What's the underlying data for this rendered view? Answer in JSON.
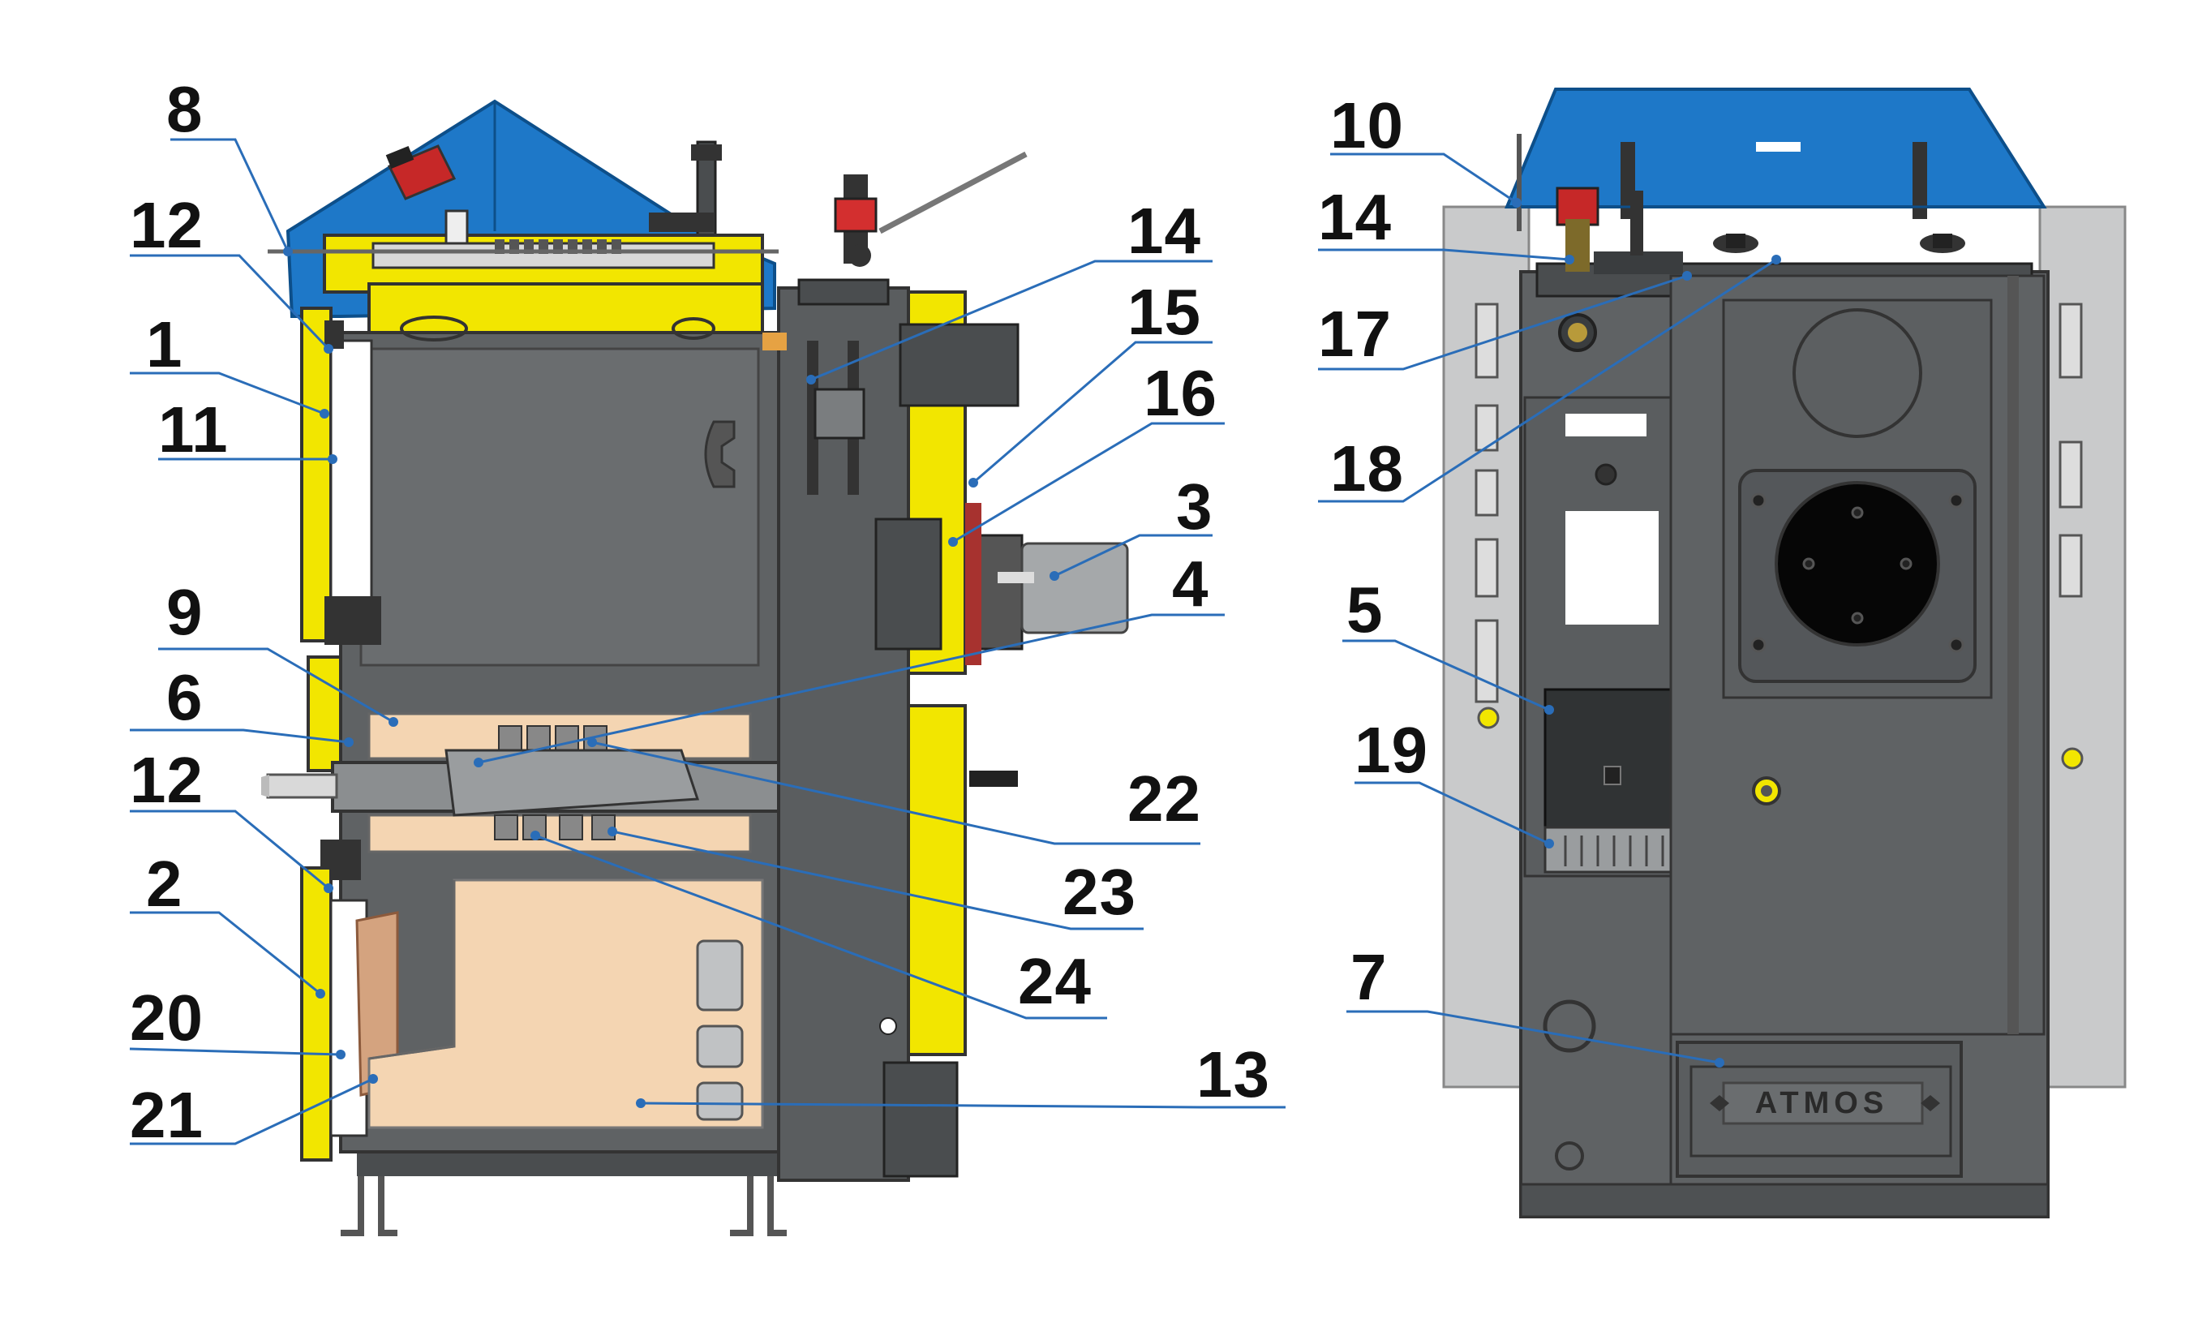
{
  "diagram": {
    "brand_plate": "ATMOS",
    "callouts_left": [
      "8",
      "12",
      "1",
      "11",
      "9",
      "6",
      "12",
      "2",
      "20",
      "21",
      "14",
      "15",
      "16",
      "3",
      "4",
      "22",
      "23",
      "24",
      "13"
    ],
    "callouts_right": [
      "10",
      "14",
      "17",
      "18",
      "5",
      "19",
      "7"
    ],
    "colors": {
      "housing_blue": "#1e78c8",
      "insulation_yellow": "#f2e600",
      "body_grey": "#5f6264",
      "dark_grey": "#3e4143",
      "side_panel": "#c9cacb",
      "refractory": "#f4d5b2",
      "leader_line": "#2a6db8",
      "label_text": "#111111"
    }
  }
}
